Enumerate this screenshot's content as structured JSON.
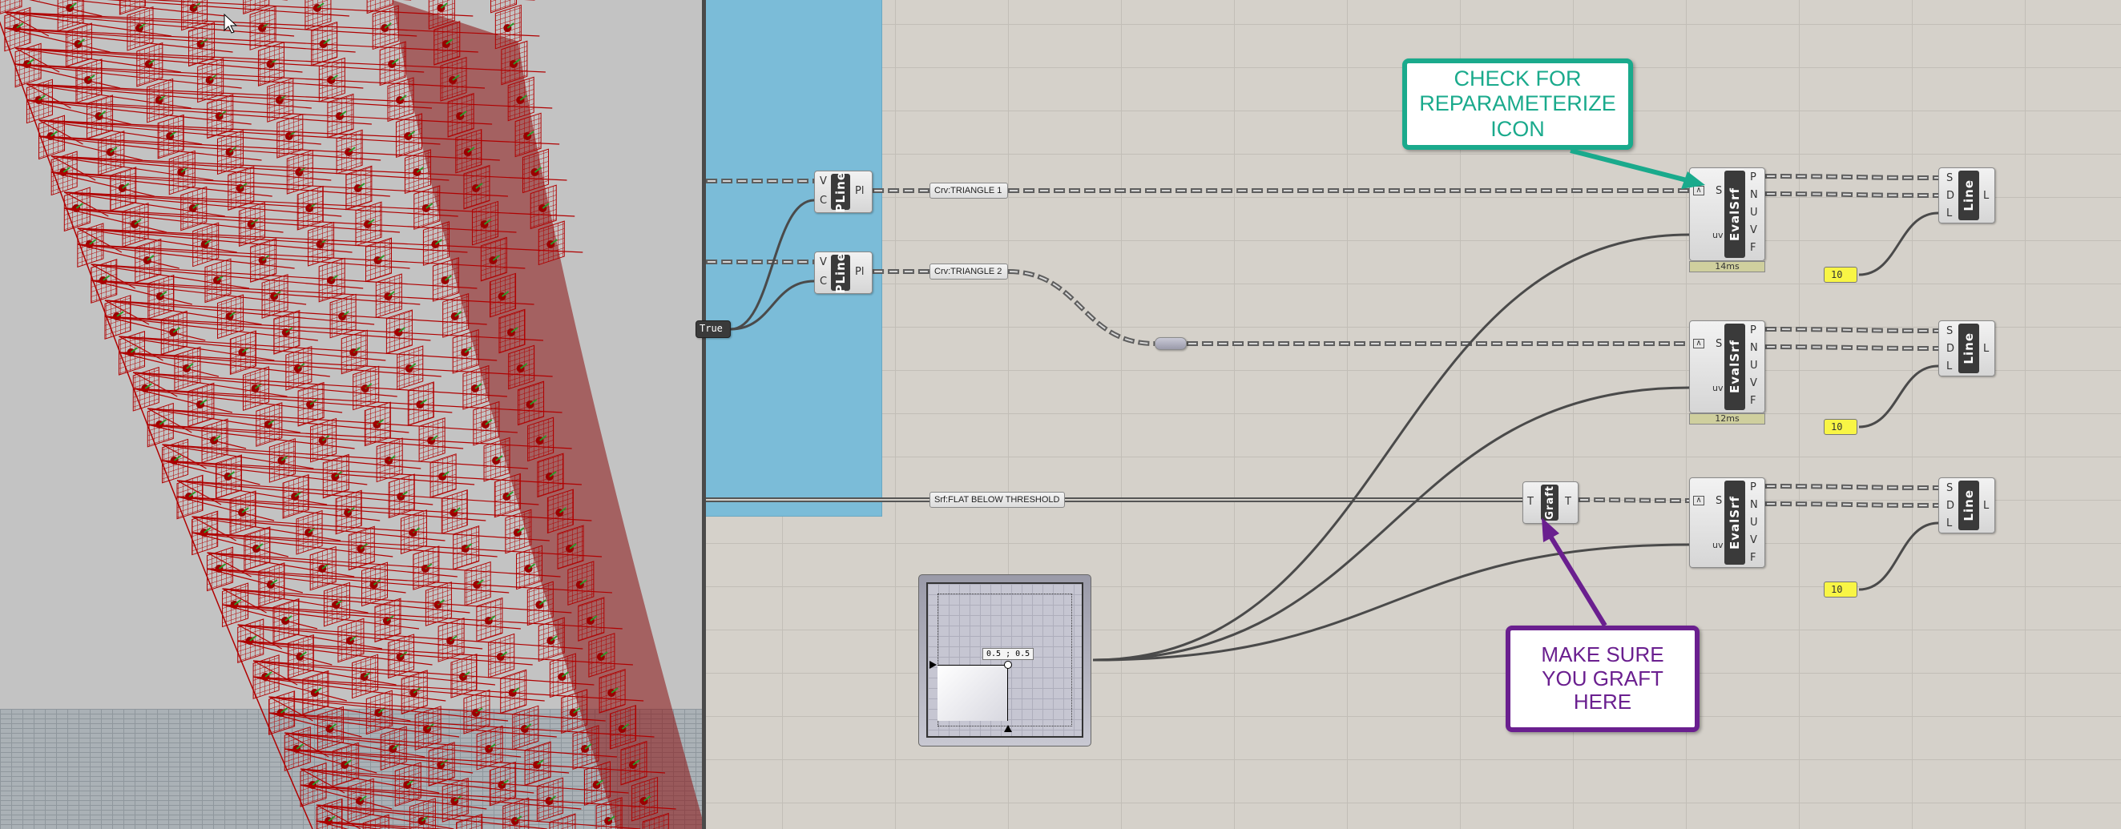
{
  "viewport": {
    "toggle_label": "True"
  },
  "components": {
    "pline1": {
      "name": "PLine",
      "inputs": [
        "V",
        "C"
      ],
      "output": "Pl"
    },
    "pline2": {
      "name": "PLine",
      "inputs": [
        "V",
        "C"
      ],
      "output": "Pl"
    },
    "evalsrf1": {
      "name": "EvalSrf",
      "inputs": [
        "S",
        "uv"
      ],
      "outputs": [
        "P",
        "N",
        "U",
        "V",
        "F"
      ],
      "timer": "14ms"
    },
    "evalsrf2": {
      "name": "EvalSrf",
      "inputs": [
        "S",
        "uv"
      ],
      "outputs": [
        "P",
        "N",
        "U",
        "V",
        "F"
      ],
      "timer": "12ms"
    },
    "evalsrf3": {
      "name": "EvalSrf",
      "inputs": [
        "S",
        "uv"
      ],
      "outputs": [
        "P",
        "N",
        "U",
        "V",
        "F"
      ]
    },
    "line1": {
      "name": "Line",
      "inputs": [
        "S",
        "D",
        "L"
      ],
      "output": "L"
    },
    "line2": {
      "name": "Line",
      "inputs": [
        "S",
        "D",
        "L"
      ],
      "output": "L"
    },
    "line3": {
      "name": "Line",
      "inputs": [
        "S",
        "D",
        "L"
      ],
      "output": "L"
    },
    "graft": {
      "name": "Graft",
      "input": "T",
      "output": "T"
    }
  },
  "params": {
    "triangle1": "Crv:TRIANGLE 1",
    "triangle2": "Crv:TRIANGLE 2",
    "flat": "Srf:FLAT BELOW THRESHOLD"
  },
  "panels": [
    "10",
    "10",
    "10"
  ],
  "md_slider": {
    "value_label": "0.5 ; 0.5",
    "u": 0.5,
    "v": 0.5
  },
  "callouts": {
    "reparam": {
      "lines": [
        "CHECK FOR",
        "REPARAMETERIZE",
        "ICON"
      ],
      "color": "#1aaa8c"
    },
    "graft": {
      "lines": [
        "MAKE SURE",
        "YOU GRAFT",
        "HERE"
      ],
      "color": "#6a1f8f"
    }
  },
  "colors": {
    "canvas": "#d5d1ca",
    "group": "#7bbcd8",
    "geometry": "#b00000"
  }
}
